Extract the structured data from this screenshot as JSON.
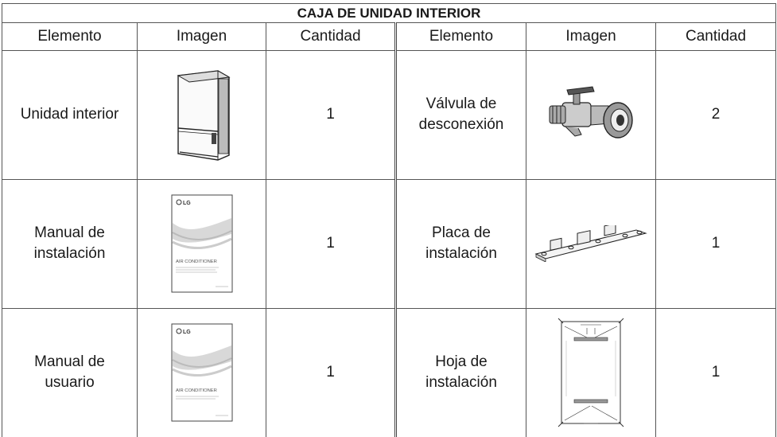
{
  "table": {
    "title": "CAJA DE UNIDAD INTERIOR",
    "headers": [
      "Elemento",
      "Imagen",
      "Cantidad",
      "Elemento",
      "Imagen",
      "Cantidad"
    ],
    "rows": [
      {
        "left": {
          "item": "Unidad interior",
          "image_icon": "indoor-unit-icon",
          "qty": "1"
        },
        "right": {
          "item": "Válvula de\ndesconexión",
          "image_icon": "shutoff-valve-icon",
          "qty": "2"
        }
      },
      {
        "left": {
          "item": "Manual de\ninstalación",
          "image_icon": "installation-manual-icon",
          "qty": "1"
        },
        "right": {
          "item": "Placa de\ninstalación",
          "image_icon": "installation-plate-icon",
          "qty": "1"
        }
      },
      {
        "left": {
          "item": "Manual de\nusuario",
          "image_icon": "user-manual-icon",
          "qty": "1"
        },
        "right": {
          "item": "Hoja de\ninstalación",
          "image_icon": "installation-sheet-icon",
          "qty": "1"
        }
      }
    ],
    "manual_cover": {
      "brand": "LG",
      "title": "AIR CONDITIONER"
    }
  }
}
